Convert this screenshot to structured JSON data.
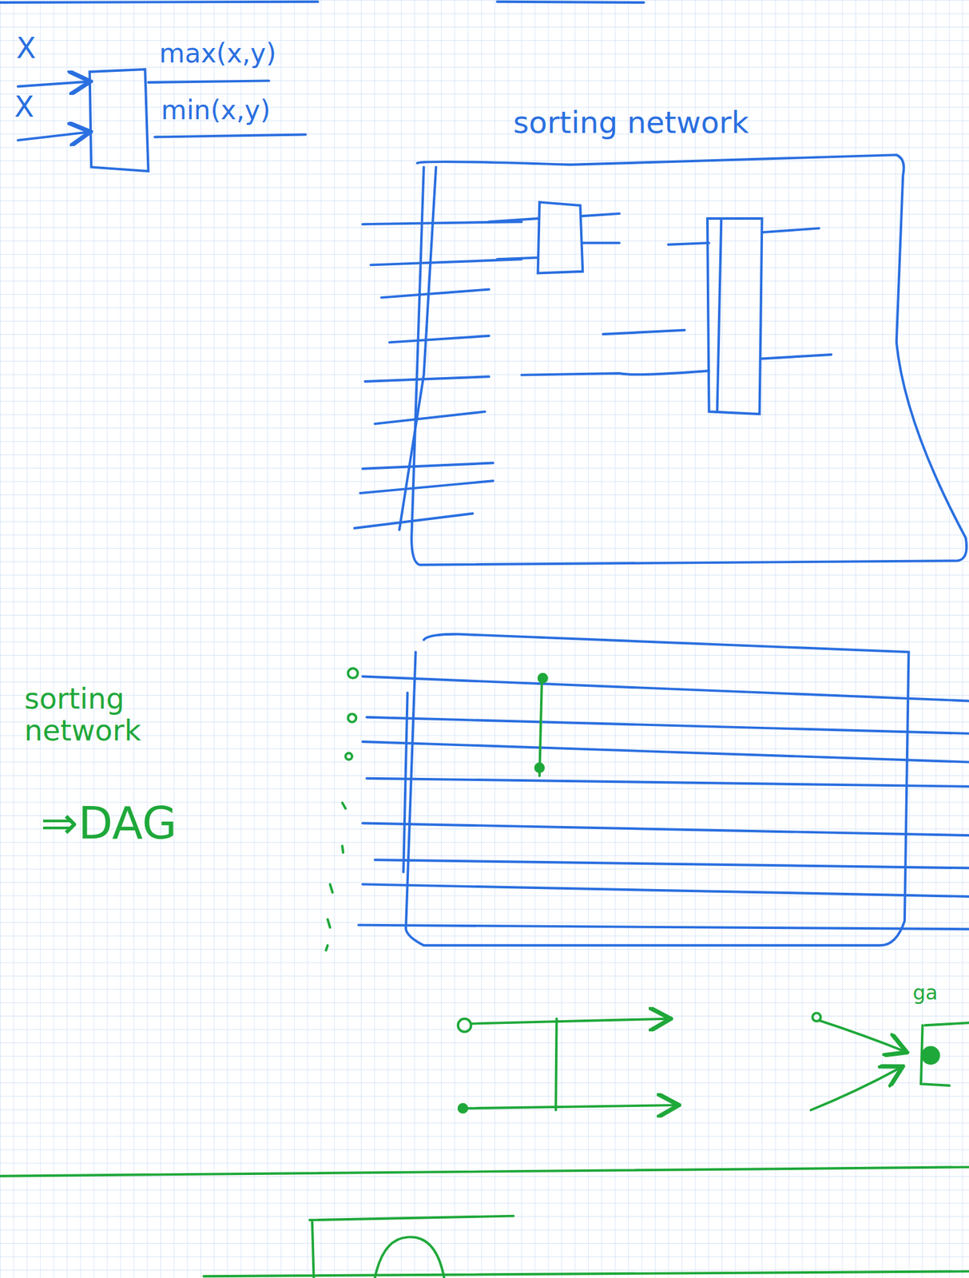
{
  "diagram": {
    "labels": [
      "X",
      "X",
      "max(x,y)",
      "min(x,y)",
      "sorting network",
      "sorting network",
      "⇒DAG",
      "ga"
    ]
  }
}
